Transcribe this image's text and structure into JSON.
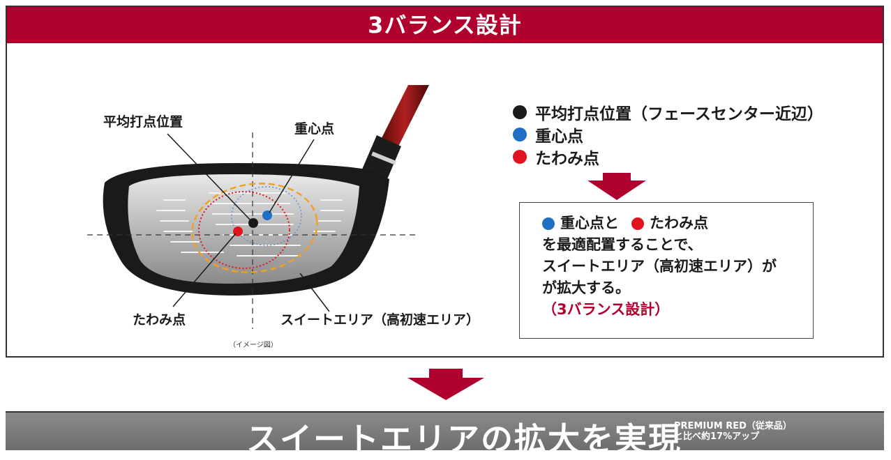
{
  "panel": {
    "title": "3バランス設計"
  },
  "illustration": {
    "labels": {
      "average_impact": "平均打点位置",
      "center_of_gravity": "重心点",
      "flex_point": "たわみ点",
      "sweet_area": "スイートエリア（高初速エリア）"
    },
    "caption": "（イメージ図）"
  },
  "legend": {
    "items": [
      {
        "label": "平均打点位置（フェースセンター近辺）",
        "color": "#1a1a1a"
      },
      {
        "label": "重心点",
        "color": "#1f6fc4"
      },
      {
        "label": "たわみ点",
        "color": "#e0141e"
      }
    ]
  },
  "result": {
    "line1_a": "重心点と",
    "line1_b": "たわみ点",
    "line2": "を最適配置することで、",
    "line3": "スイートエリア（高初速エリア）が",
    "line4": "が拡大する。",
    "line5": "（3バランス設計）"
  },
  "banner": {
    "title": "スイートエリアの拡大を実現",
    "note_line1": "PREMIUM RED（従来品）",
    "note_line2": "と比べ約17%アップ"
  },
  "colors": {
    "brand_red": "#b0002e",
    "blue_dot": "#1f6fc4",
    "red_dot": "#e0141e",
    "black_dot": "#1a1a1a",
    "sweet_area_line": "#f0a020"
  }
}
